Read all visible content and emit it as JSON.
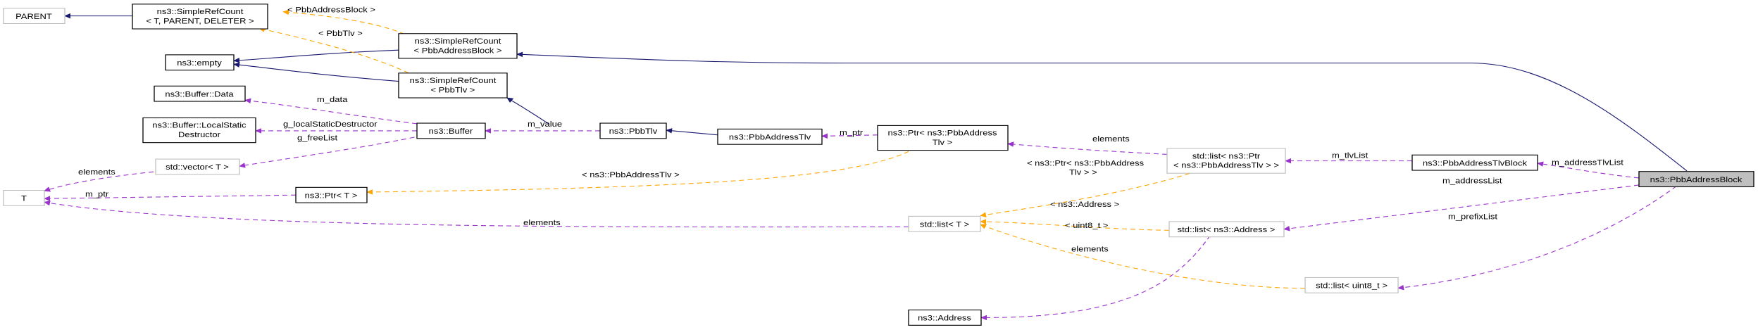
{
  "nodes": {
    "parent": "PARENT",
    "simple_ref_count_t": [
      "ns3::SimpleRefCount",
      "< T, PARENT, DELETER >"
    ],
    "empty": "ns3::empty",
    "simple_ref_count_block": [
      "ns3::SimpleRefCount",
      "< PbbAddressBlock >"
    ],
    "simple_ref_count_tlv": [
      "ns3::SimpleRefCount",
      "< PbbTlv >"
    ],
    "buffer_data": "ns3::Buffer::Data",
    "buffer_local_static": [
      "ns3::Buffer::LocalStatic",
      "Destructor"
    ],
    "buffer": "ns3::Buffer",
    "pbb_tlv": "ns3::PbbTlv",
    "pbb_address_tlv": "ns3::PbbAddressTlv",
    "ptr_pbb_address_tlv": [
      "ns3::Ptr< ns3::PbbAddress",
      "Tlv >"
    ],
    "vector_t": "std::vector< T >",
    "t": "T",
    "ptr_t": "ns3::Ptr< T >",
    "list_ptr": [
      "std::list< ns3::Ptr",
      "< ns3::PbbAddressTlv > >"
    ],
    "pbb_address_tlv_block": "ns3::PbbAddressTlvBlock",
    "pbb_address_block": "ns3::PbbAddressBlock",
    "list_address": "std::list< ns3::Address >",
    "list_t": "std::list< T >",
    "list_uint8": "std::list< uint8_t >",
    "address": "ns3::Address"
  },
  "edge_labels": {
    "pbb_address_block_tpl": "< PbbAddressBlock >",
    "pbb_tlv_tpl": "< PbbTlv >",
    "m_data": "m_data",
    "g_local_static_destructor": "g_localStaticDestructor",
    "g_free_list": "g_freeList",
    "m_value": "m_value",
    "m_ptr_tlv": "m_ptr",
    "elements_vector": "elements",
    "m_ptr_t": "m_ptr",
    "ns3_pbb_address_tlv_tpl": "< ns3::PbbAddressTlv >",
    "elements_list_ptr": "elements",
    "m_tlv_list": "m_tlvList",
    "m_address_tlv_list": "m_addressTlvList",
    "ptr_tpl": [
      "< ns3::Ptr< ns3::PbbAddress",
      "Tlv > >"
    ],
    "address_tpl": "< ns3::Address >",
    "m_address_list": "m_addressList",
    "elements_list_t": "elements",
    "uint8_tpl": "< uint8_t >",
    "m_prefix_list": "m_prefixList",
    "elements_address": "elements"
  }
}
